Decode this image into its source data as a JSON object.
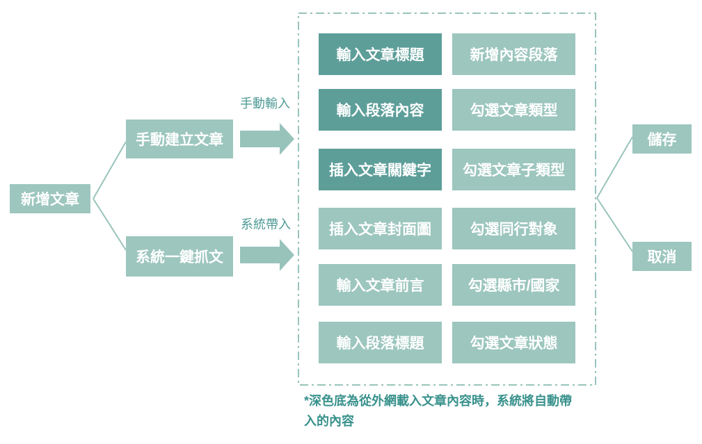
{
  "diagram": {
    "root": {
      "label": "新增文章"
    },
    "branches": [
      {
        "label": "手動建立文章"
      },
      {
        "label": "系統一鍵抓文"
      }
    ],
    "arrows": [
      {
        "label": "手動輸入"
      },
      {
        "label": "系統帶入"
      }
    ],
    "form_fields": {
      "left_column": [
        {
          "label": "輸入文章標題",
          "dark": true
        },
        {
          "label": "輸入段落內容",
          "dark": true
        },
        {
          "label": "插入文章關鍵字",
          "dark": true
        },
        {
          "label": "插入文章封面圖",
          "dark": false
        },
        {
          "label": "輸入文章前言",
          "dark": false
        },
        {
          "label": "輸入段落標題",
          "dark": false
        }
      ],
      "right_column": [
        {
          "label": "新增內容段落",
          "dark": false
        },
        {
          "label": "勾選文章類型",
          "dark": false
        },
        {
          "label": "勾選文章子類型",
          "dark": false
        },
        {
          "label": "勾選同行對象",
          "dark": false
        },
        {
          "label": "勾選縣市/國家",
          "dark": false
        },
        {
          "label": "勾選文章狀態",
          "dark": false
        }
      ]
    },
    "actions": [
      {
        "label": "儲存"
      },
      {
        "label": "取消"
      }
    ],
    "footnote": {
      "line1": "*深色底為從外網載入文章內容時，系統將自動帶",
      "line2": "入的內容"
    },
    "colors": {
      "light_box": "#9cc6be",
      "dark_box": "#5d9e99",
      "connector": "#98c3bb",
      "arrow_label_text": "#4e9a95",
      "footnote_text": "#38918c",
      "box_text": "#ffffff"
    }
  }
}
